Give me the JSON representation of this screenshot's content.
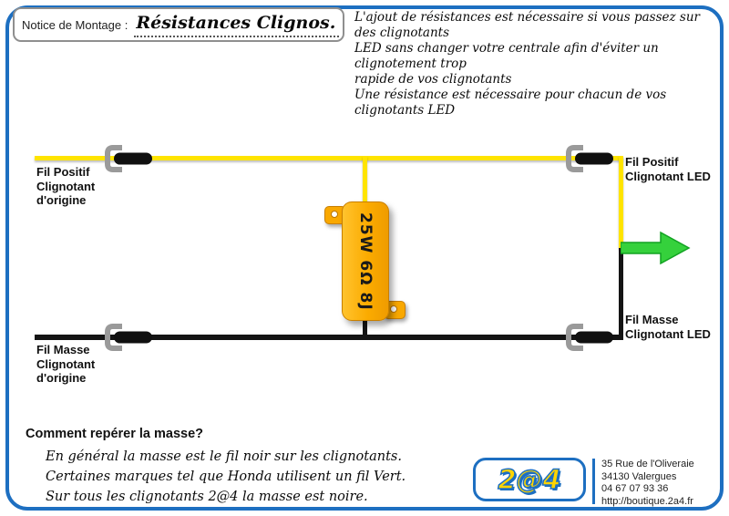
{
  "colors": {
    "frame_blue": "#1d6fc1",
    "wire_positive_yellow": "#ffe400",
    "wire_ground_black": "#141414",
    "resistor_orange": "#fbab00",
    "arrow_green": "#35d13c"
  },
  "header": {
    "notice_label": "Notice de Montage :",
    "notice_title": "Résistances Clignos.",
    "intro_lines": [
      "L'ajout de résistances est nécessaire si vous passez sur des clignotants",
      "LED sans changer votre centrale afin d'éviter un clignotement trop",
      "rapide de vos clignotants",
      "Une résistance est nécessaire pour chacun de vos clignotants LED"
    ]
  },
  "diagram": {
    "resistor_label": "25W 6Ω 8J",
    "labels": {
      "left_positive": [
        "Fil Positif",
        "Clignotant",
        "d'origine"
      ],
      "left_ground": [
        "Fil Masse",
        "Clignotant",
        "d'origine"
      ],
      "right_positive": [
        "Fil Positif",
        "Clignotant LED"
      ],
      "right_ground": [
        "Fil Masse",
        "Clignotant LED"
      ]
    }
  },
  "footer": {
    "heading": "Comment repérer la masse?",
    "hand_lines": [
      "En général la masse est le fil noir sur les clignotants.",
      "Certaines marques tel que Honda utilisent un fil Vert.",
      "Sur tous les clignotants 2@4 la masse est noire."
    ],
    "logo_text": "2@4",
    "address_lines": [
      "35 Rue de l'Oliveraie",
      "34130 Valergues",
      "04 67 07 93 36",
      "http://boutique.2a4.fr"
    ]
  }
}
